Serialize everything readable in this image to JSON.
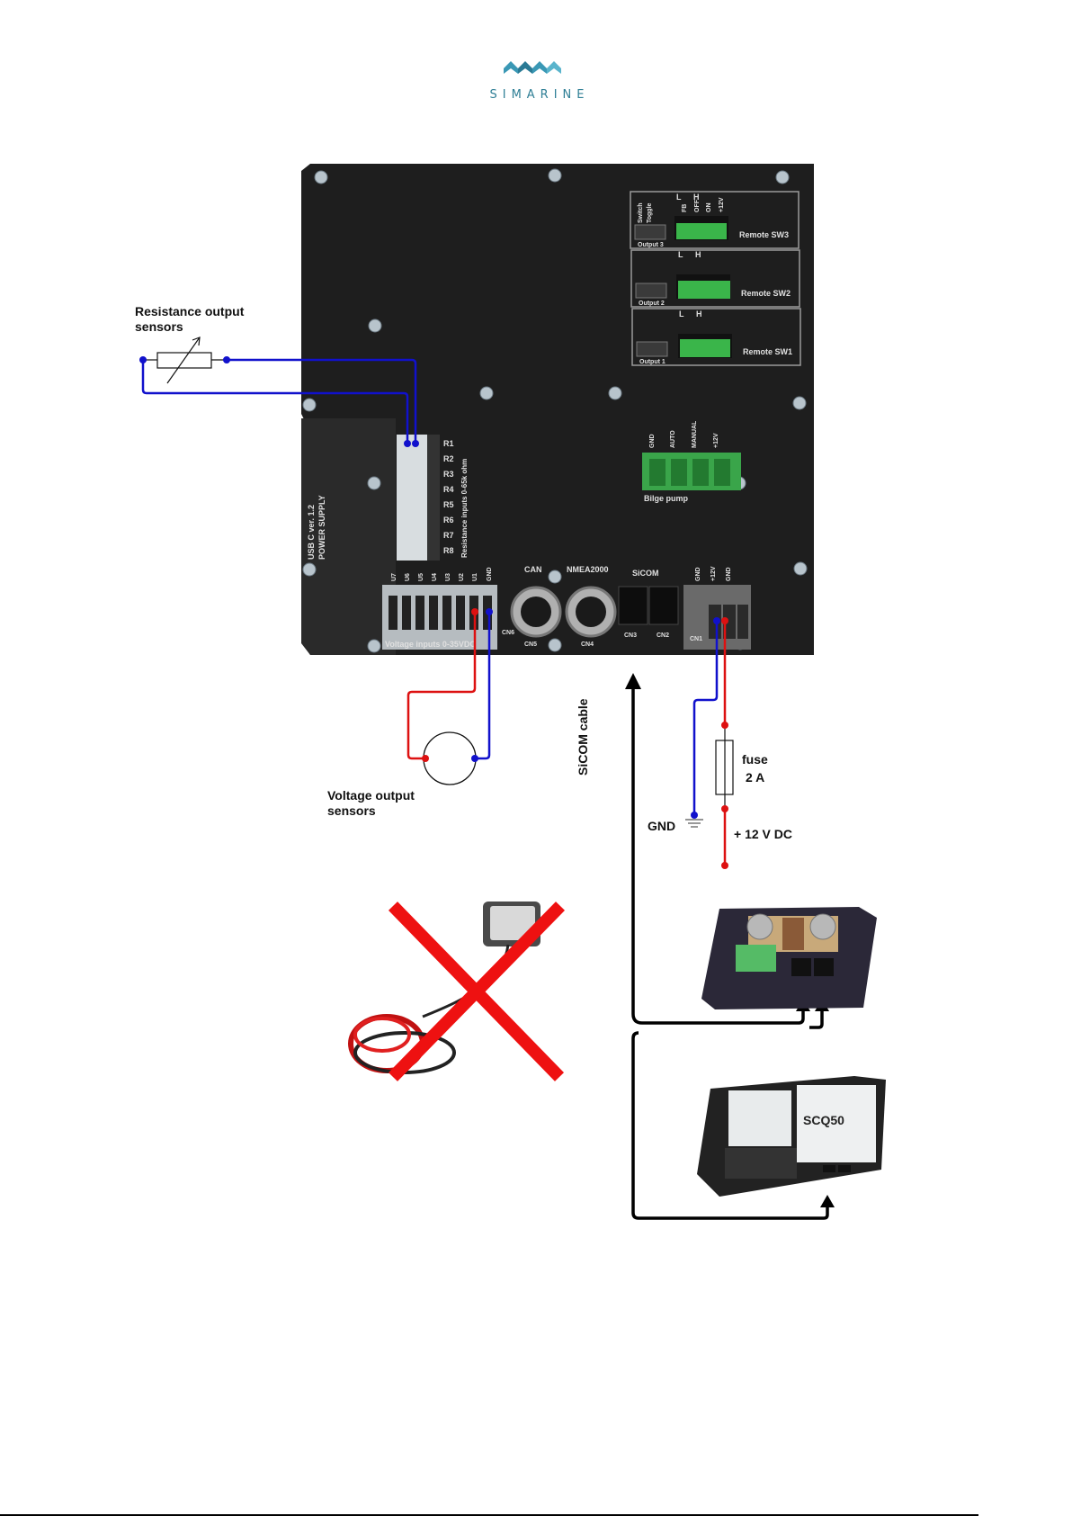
{
  "logo": {
    "brand": "SIMARINE",
    "icon": "wave-logo-icon",
    "color": "#3a98b5"
  },
  "labels": {
    "resistance_sensors": "Resistance output sensors",
    "voltage_sensors": "Voltage output sensors",
    "sicom_cable": "SiCOM cable",
    "fuse": "fuse",
    "fuse_rating": "2 A",
    "gnd": "GND",
    "supply": "+ 12 V DC"
  },
  "panel": {
    "remote_switches": [
      {
        "name": "Remote SW3",
        "output": "Output 3"
      },
      {
        "name": "Remote SW2",
        "output": "Output 2"
      },
      {
        "name": "Remote SW1",
        "output": "Output 1"
      }
    ],
    "switch_labels": {
      "switch": "Switch",
      "toggle": "Toggle",
      "l": "L",
      "h": "H"
    },
    "remote_pins": [
      "FB",
      "OFF",
      "ON",
      "+12V"
    ],
    "bilge": {
      "title": "Bilge pump",
      "pins": [
        "GND",
        "AUTO",
        "MANUAL",
        "+12V"
      ]
    },
    "resistance_inputs": {
      "title": "Resistance inputs 0-65k ohm",
      "channels": [
        "R1",
        "R2",
        "R3",
        "R4",
        "R5",
        "R6",
        "R7",
        "R8"
      ]
    },
    "voltage_inputs": {
      "title": "Voltage inputs 0-35VDC",
      "pins": [
        "U7",
        "U6",
        "U5",
        "U4",
        "U3",
        "U2",
        "U1",
        "GND"
      ],
      "connector": "CN6"
    },
    "usb": {
      "line1": "USB C ver. 1.2",
      "line2": "POWER SUPPLY"
    },
    "can": {
      "label": "CAN",
      "connector": "CN5"
    },
    "nmea": {
      "label": "NMEA2000",
      "connector": "CN4"
    },
    "sicom": {
      "label": "SiCOM",
      "connectors": [
        "CN3",
        "CN2"
      ]
    },
    "power": {
      "pins": [
        "GND",
        "+12V",
        "GND"
      ],
      "connector": "CN1"
    }
  },
  "devices": {
    "crossed": "legacy-sensor-crossed-out",
    "shunt": "shunt-device",
    "scq50": {
      "label": "SCQ50"
    }
  },
  "colors": {
    "wire_blue": "#1111cc",
    "wire_red": "#dd1111",
    "panel": "#1f1f1f",
    "green_conn": "#3aa54a",
    "cross": "#ee1111"
  }
}
